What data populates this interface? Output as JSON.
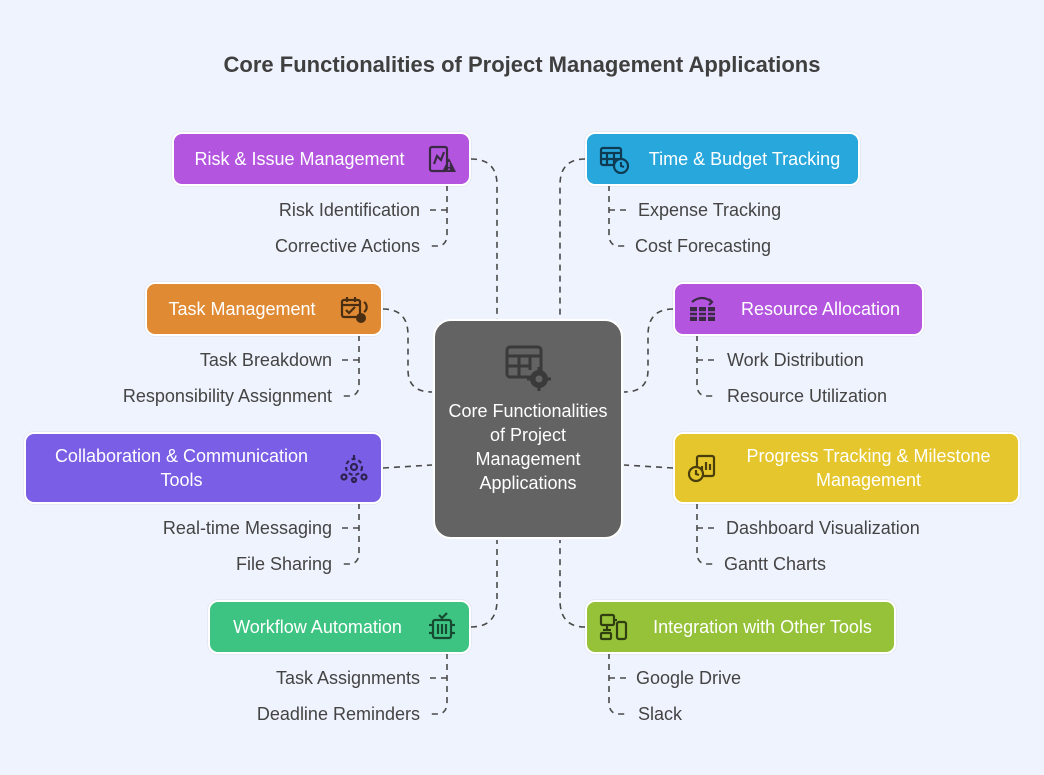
{
  "title": "Core Functionalities of Project Management Applications",
  "center": {
    "label": "Core Functionalities of Project Management Applications",
    "icon": "table-gear-icon"
  },
  "branches": {
    "risk": {
      "label": "Risk & Issue Management",
      "color": "#b455e0",
      "icon": "risk-warning-icon",
      "items": [
        "Risk Identification",
        "Corrective Actions"
      ]
    },
    "task": {
      "label": "Task Management",
      "color": "#e08a34",
      "icon": "task-calendar-icon",
      "items": [
        "Task Breakdown",
        "Responsibility Assignment"
      ]
    },
    "collab": {
      "label": "Collaboration & Communication Tools",
      "color": "#7a5fe6",
      "icon": "team-gear-icon",
      "items": [
        "Real-time Messaging",
        "File Sharing"
      ]
    },
    "workflow": {
      "label": "Workflow Automation",
      "color": "#3dc482",
      "icon": "workflow-icon",
      "items": [
        "Task Assignments",
        "Deadline Reminders"
      ]
    },
    "time": {
      "label": "Time & Budget Tracking",
      "color": "#27a7dc",
      "icon": "calendar-clock-icon",
      "items": [
        "Expense Tracking",
        "Cost Forecasting"
      ]
    },
    "resource": {
      "label": "Resource Allocation",
      "color": "#b455e0",
      "icon": "resource-grid-icon",
      "items": [
        "Work Distribution",
        "Resource Utilization"
      ]
    },
    "progress": {
      "label": "Progress Tracking & Milestone Management",
      "color": "#e5c62c",
      "icon": "progress-chart-icon",
      "items": [
        "Dashboard Visualization",
        "Gantt Charts"
      ]
    },
    "integration": {
      "label": "Integration with Other Tools",
      "color": "#96c23a",
      "icon": "devices-icon",
      "items": [
        "Google Drive",
        "Slack"
      ]
    }
  }
}
